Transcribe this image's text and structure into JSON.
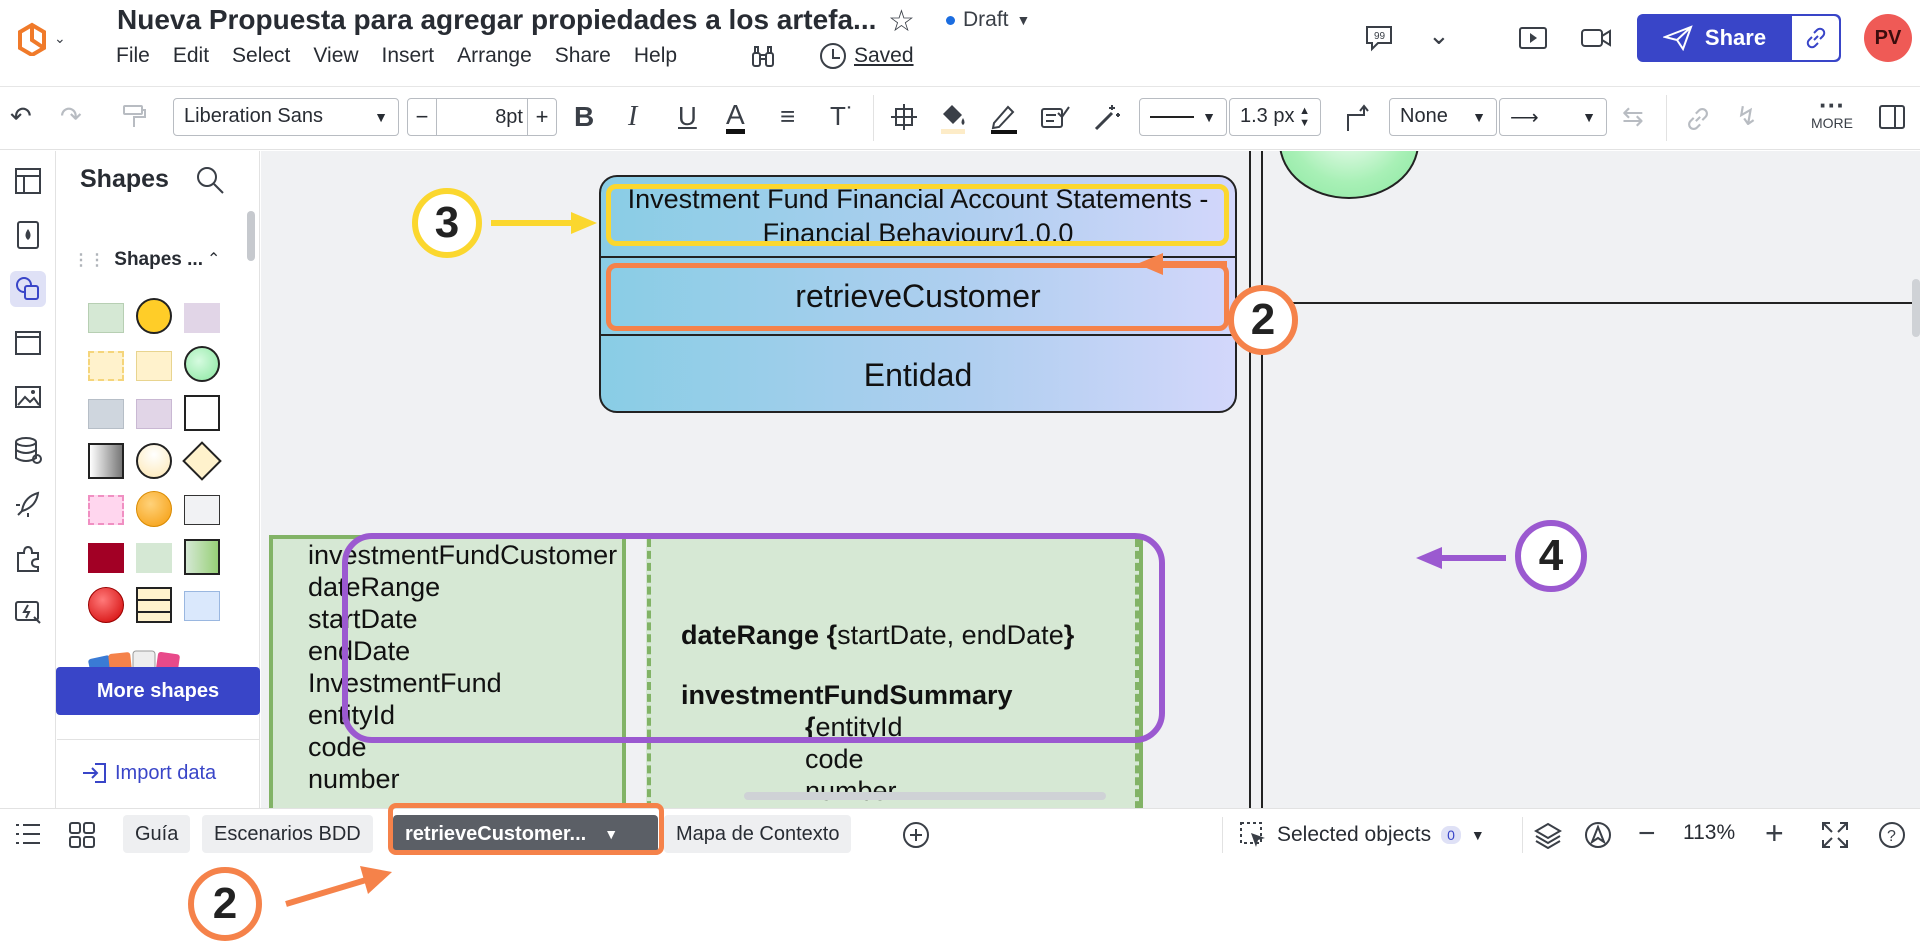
{
  "app": {
    "doc_title": "Nueva Propuesta para agregar propiedades a los artefa...",
    "status": "Draft",
    "saved_label": "Saved",
    "avatar_initials": "PV",
    "share_label": "Share"
  },
  "menu": [
    "File",
    "Edit",
    "Select",
    "View",
    "Insert",
    "Arrange",
    "Share",
    "Help"
  ],
  "toolbar": {
    "font_family": "Liberation Sans",
    "font_size": "8pt",
    "line_width": "1.3 px",
    "line_start": "None",
    "more_label": "MORE"
  },
  "shapes_panel": {
    "title": "Shapes",
    "section_title": "Shapes ...",
    "more_shapes_label": "More shapes",
    "import_label": "Import data"
  },
  "diagram": {
    "block_title": "Investment  Fund Financial Account Statements - Financial Behaviourv1.0.0",
    "operation": "retrieveCustomer",
    "entity": "Entidad",
    "attributes": [
      "investmentFundCustomer",
      "dateRange",
      "startDate",
      "endDate",
      "InvestmentFund",
      "entityId",
      "code",
      "number"
    ],
    "detail": {
      "date_range_key": "dateRange",
      "date_range_open": "{",
      "date_range_fields": "startDate, endDate",
      "date_range_close": "}",
      "summary_key": "investmentFundSummary",
      "summary_open": "{",
      "summary_fields": [
        "entityId",
        "code",
        "number"
      ]
    }
  },
  "callouts": {
    "c2a": "2",
    "c2b": "2",
    "c3": "3",
    "c4": "4"
  },
  "colors": {
    "callout_yellow": "#fbd72e",
    "callout_orange": "#f5824a",
    "callout_purple": "#9b59d0",
    "brand": "#3945c8"
  },
  "pages": {
    "tabs": [
      "Guía",
      "Escenarios BDD",
      "retrieveCustomer...",
      "Mapa de Contexto"
    ],
    "active_index": 2
  },
  "footer": {
    "selected_objects_label": "Selected objects",
    "selected_count": "0",
    "zoom": "113%"
  }
}
